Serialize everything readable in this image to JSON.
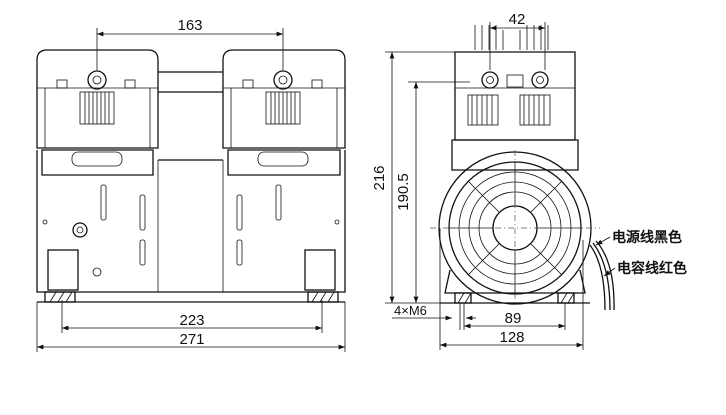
{
  "dimensions": {
    "head_spacing": "163",
    "fin_width": "42",
    "total_height": "216",
    "axis_height": "190.5",
    "mount_spacing_long": "223",
    "total_length": "271",
    "mount_holes": "4×M6",
    "mount_spacing_short": "89",
    "total_width": "128"
  },
  "labels": {
    "power_wire": "电源线黑色",
    "capacitor_wire": "电容线红色"
  },
  "colors": {
    "line": "#111111",
    "background": "#ffffff"
  }
}
